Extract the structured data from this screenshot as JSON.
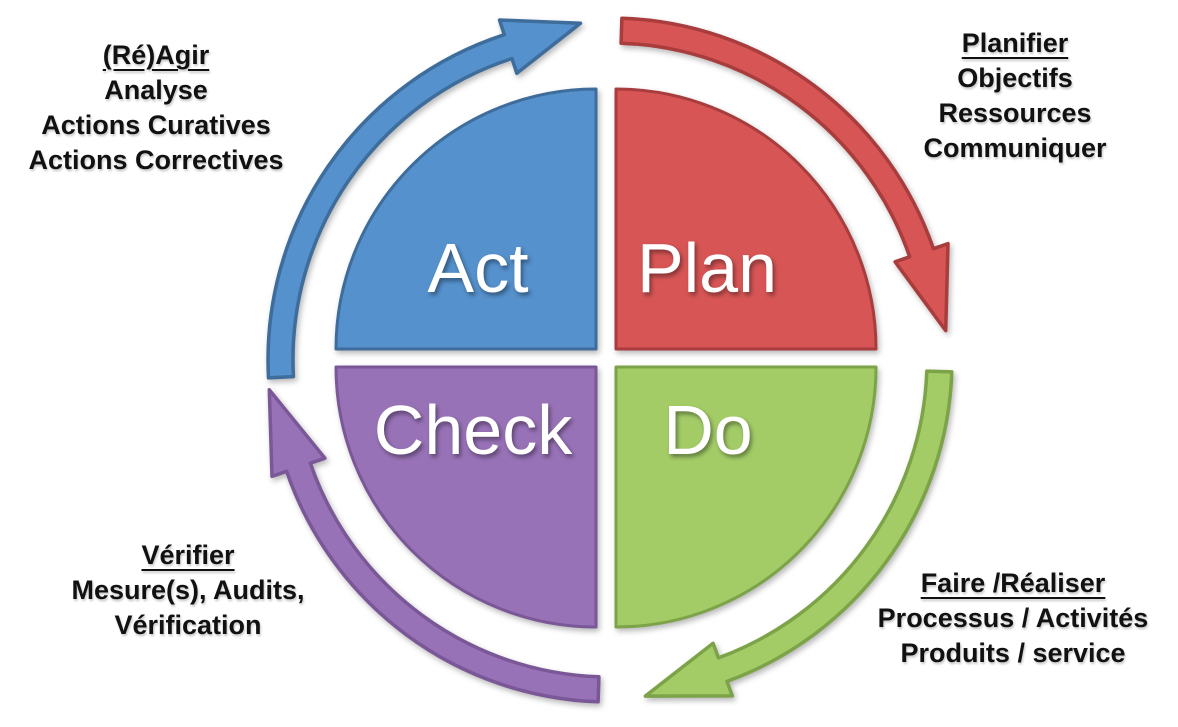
{
  "diagram": {
    "type": "cycle",
    "quadrants": [
      {
        "id": "act",
        "label": "Act",
        "color": "#5591CD",
        "border": "#3E6C9B"
      },
      {
        "id": "plan",
        "label": "Plan",
        "color": "#D75555",
        "border": "#A93C3C"
      },
      {
        "id": "do",
        "label": "Do",
        "color": "#A3CC67",
        "border": "#7CA348"
      },
      {
        "id": "check",
        "label": "Check",
        "color": "#9872B7",
        "border": "#7A5796"
      }
    ],
    "annotations": {
      "react": {
        "title": "(Ré)Agir",
        "lines": [
          "Analyse",
          "Actions Curatives",
          "Actions Correctives"
        ]
      },
      "plan": {
        "title": "Planifier",
        "lines": [
          "Objectifs",
          "Ressources",
          "Communiquer"
        ]
      },
      "check": {
        "title": "Vérifier",
        "lines": [
          "Mesure(s), Audits,",
          "Vérification"
        ]
      },
      "do": {
        "title": "Faire /Réaliser",
        "lines": [
          "Processus / Activités",
          "Produits / service"
        ]
      }
    },
    "text_color": "#111111",
    "label_color": "#FFFFFF"
  }
}
